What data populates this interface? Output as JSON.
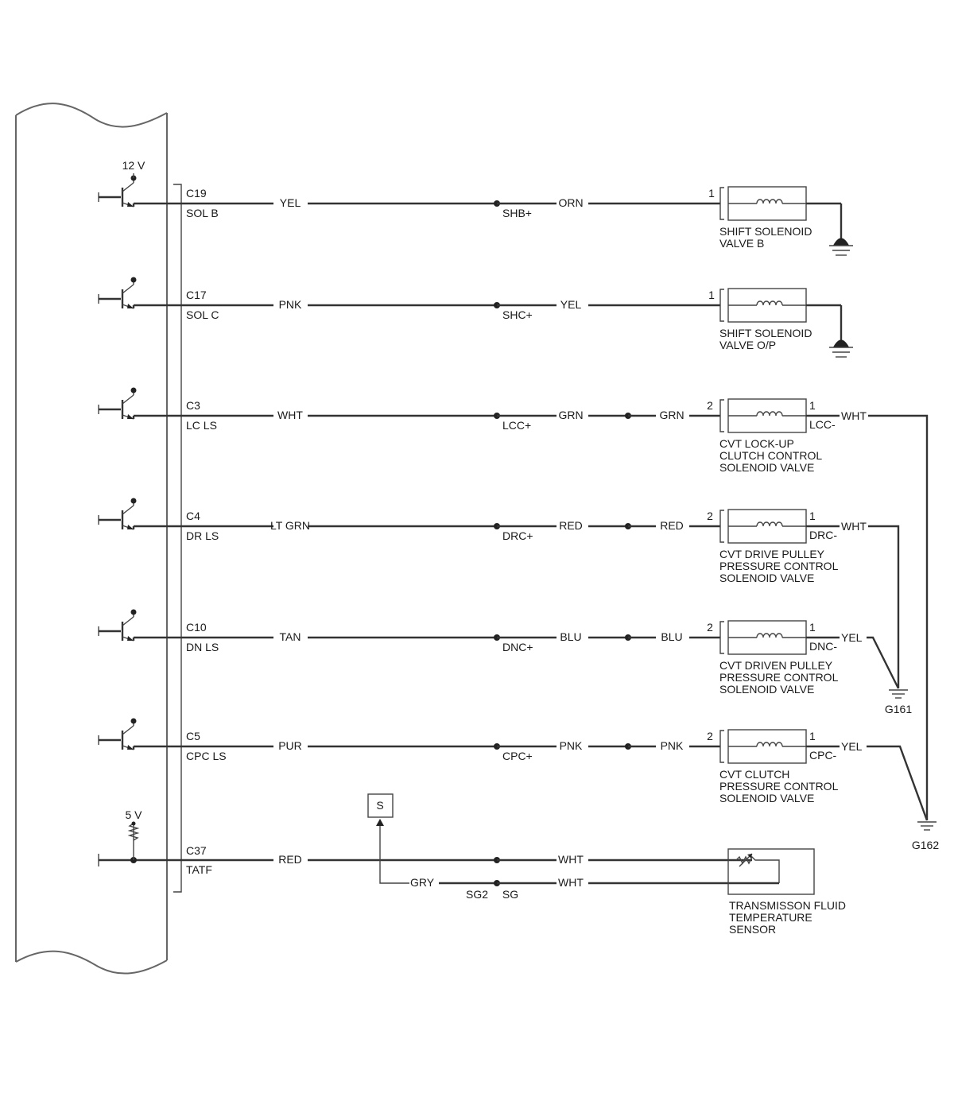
{
  "supply": {
    "top": "12 V",
    "bottom": "5 V"
  },
  "circuits": [
    {
      "terminal": "C19",
      "signal": "SOL B",
      "ecm_wire": "YEL",
      "splice": "SHB+",
      "mid_wire": "ORN",
      "far_wire": "",
      "pin_in": "1",
      "pin_out": "",
      "pin_label": "",
      "out_wire": "",
      "component": [
        "SHIFT SOLENOID",
        "VALVE B"
      ]
    },
    {
      "terminal": "C17",
      "signal": "SOL C",
      "ecm_wire": "PNK",
      "splice": "SHC+",
      "mid_wire": "YEL",
      "far_wire": "",
      "pin_in": "1",
      "pin_out": "",
      "pin_label": "",
      "out_wire": "",
      "component": [
        "SHIFT SOLENOID",
        "VALVE O/P"
      ]
    },
    {
      "terminal": "C3",
      "signal": "LC LS",
      "ecm_wire": "WHT",
      "splice": "LCC+",
      "mid_wire": "GRN",
      "far_wire": "GRN",
      "pin_in": "2",
      "pin_out": "1",
      "pin_label": "LCC-",
      "out_wire": "WHT",
      "component": [
        "CVT LOCK-UP",
        "CLUTCH CONTROL",
        "SOLENOID VALVE"
      ]
    },
    {
      "terminal": "C4",
      "signal": "DR LS",
      "ecm_wire": "LT GRN",
      "splice": "DRC+",
      "mid_wire": "RED",
      "far_wire": "RED",
      "pin_in": "2",
      "pin_out": "1",
      "pin_label": "DRC-",
      "out_wire": "WHT",
      "component": [
        "CVT DRIVE PULLEY",
        "PRESSURE CONTROL",
        "SOLENOID VALVE"
      ]
    },
    {
      "terminal": "C10",
      "signal": "DN LS",
      "ecm_wire": "TAN",
      "splice": "DNC+",
      "mid_wire": "BLU",
      "far_wire": "BLU",
      "pin_in": "2",
      "pin_out": "1",
      "pin_label": "DNC-",
      "out_wire": "YEL",
      "component": [
        "CVT DRIVEN PULLEY",
        "PRESSURE CONTROL",
        "SOLENOID VALVE"
      ]
    },
    {
      "terminal": "C5",
      "signal": "CPC LS",
      "ecm_wire": "PUR",
      "splice": "CPC+",
      "mid_wire": "PNK",
      "far_wire": "PNK",
      "pin_in": "2",
      "pin_out": "1",
      "pin_label": "CPC-",
      "out_wire": "YEL",
      "component": [
        "CVT CLUTCH",
        "PRESSURE CONTROL",
        "SOLENOID VALVE"
      ]
    }
  ],
  "grounds": {
    "g1": "G161",
    "g2": "G162"
  },
  "sensor": {
    "terminal": "C37",
    "signal": "TATF",
    "ecm_wire": "RED",
    "wire1": "WHT",
    "wire2": "WHT",
    "return_wire": "GRY",
    "sg2": "SG2",
    "sg": "SG",
    "shield_box": "S",
    "component": [
      "TRANSMISSON FLUID",
      "TEMPERATURE",
      "SENSOR"
    ]
  }
}
